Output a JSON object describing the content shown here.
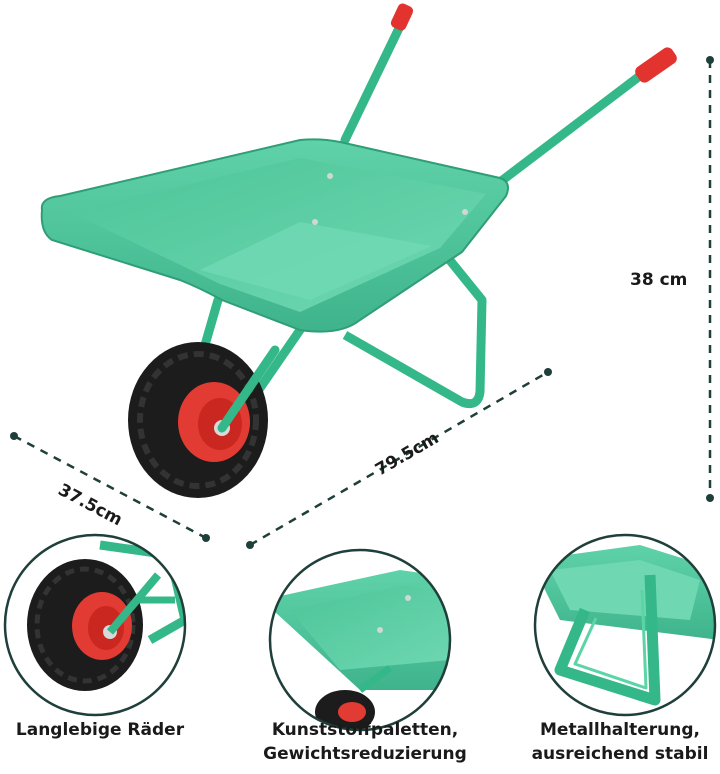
{
  "dimensions": {
    "height": "38 cm",
    "length": "79.5cm",
    "width": "37.5cm"
  },
  "features": [
    {
      "caption_lines": [
        "Langlebige Räder"
      ]
    },
    {
      "caption_lines": [
        "Kunststoffpaletten,",
        "Gewichtsreduzierung"
      ]
    },
    {
      "caption_lines": [
        "Metallhalterung,",
        "ausreichend stabil"
      ]
    }
  ],
  "colors": {
    "tray": "#4fc89d",
    "tray_dark": "#3aa882",
    "frame": "#34b889",
    "grip": "#e2332f",
    "tire": "#1c1c1c",
    "rim": "#e23b33",
    "dim_line": "#1f3f3a"
  }
}
